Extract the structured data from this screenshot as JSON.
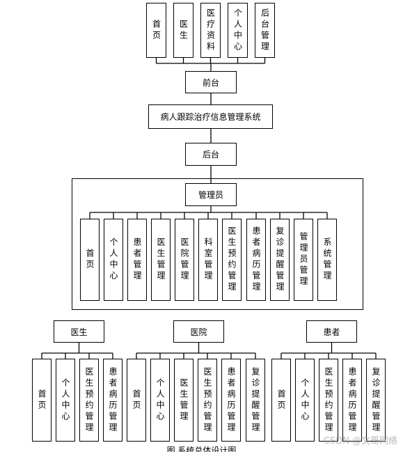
{
  "diagram": {
    "frontend_pages": [
      "首页",
      "医生",
      "医疗资料",
      "个人中心",
      "后台管理"
    ],
    "frontend": "前台",
    "system": "病人跟踪治疗信息管理系统",
    "backend": "后台",
    "admin": "管理员",
    "admin_modules": [
      "首页",
      "个人中心",
      "患者管理",
      "医生管理",
      "医院管理",
      "科室管理",
      "医生预约管理",
      "患者病历管理",
      "复诊提醒管理",
      "管理员管理",
      "系统管理"
    ],
    "doctor": "医生",
    "doctor_modules": [
      "首页",
      "个人中心",
      "医生预约管理",
      "患者病历管理"
    ],
    "hospital": "医院",
    "hospital_modules": [
      "首页",
      "个人中心",
      "医生管理",
      "医生预约管理",
      "患者病历管理",
      "复诊提醒管理"
    ],
    "patient": "患者",
    "patient_modules": [
      "首页",
      "个人中心",
      "医生预约管理",
      "患者病历管理",
      "复诊提醒管理"
    ],
    "caption": "图 系统总体设计图",
    "watermark": "CSDN @文哥网络"
  }
}
